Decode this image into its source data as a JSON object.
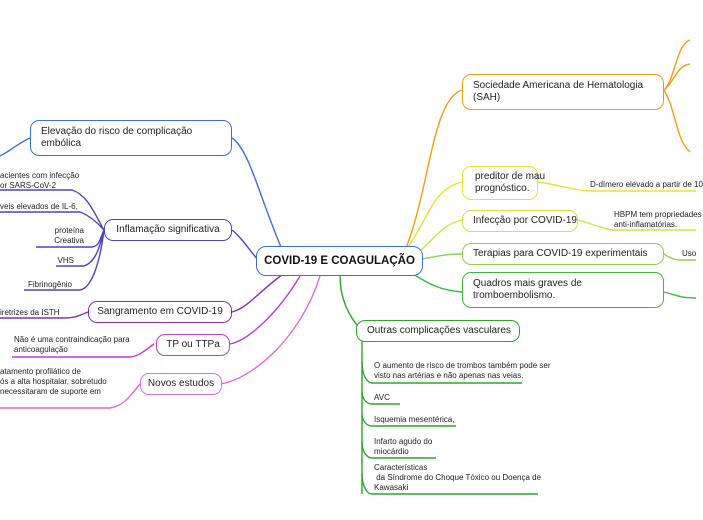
{
  "map": {
    "root": "COVID-19 E COAGULAÇÃO",
    "right": {
      "sah": "Sociedade Americana de Hematologia\n(SAH)",
      "preditor": "preditor de mau\nprognóstico.",
      "preditor_leaf": "D-dímero elevado a partir de 10",
      "infeccao": "Infecção por COVID-19",
      "infeccao_leaf": "HBPM tem propriedades\nanti-inflamatórias.",
      "terapias": "Terapias para COVID-19 experimentais",
      "terapias_leaf": "Uso",
      "quadros": "Quadros mais graves de\ntromboembolismo.",
      "outras": "Outras complicações vasculares",
      "outras_items": [
        "O aumento de risco de trombos também pode ser\nvisto nas artérias e não apenas nas veias.",
        "AVC",
        "Isquemia mesentérica,",
        "Infarto agudo do\nmiocárdio",
        "Características\n da Síndrome do Choque Tóxico ou Doença de\nKawasaki"
      ]
    },
    "left": {
      "elevacao": "Elevação do risco de complicação\nembólica",
      "inflamacao": "Inflamação significativa",
      "inflamacao_items": [
        "acientes com infecção\nor SARS-CoV-2",
        "veis elevados de IL-6,",
        "proteína\nCreativa",
        "VHS",
        "Fibrinogênio"
      ],
      "sangramento": "Sangramento em COVID-19",
      "sangramento_leaf": "iretrizes da ISTH",
      "tp": "TP ou TTPa",
      "tp_leaf": "Não é uma contraindicação para\nanticoagulação",
      "novos": "Novos estudos",
      "novos_leaf": "atamento profilático de\nós a alta hospitalar, sobretudo\nnecessitaram de suporte em"
    }
  },
  "colors": {
    "root": "#3a6fd8",
    "sah": "#f39c12",
    "preditor": "#e5e52e",
    "infeccao": "#cde640",
    "terapias": "#8fd14f",
    "quadros": "#3dbb3d",
    "outras": "#2ca82c",
    "elevacao": "#3a6fd8",
    "inflamacao": "#4b44c8",
    "sangramento": "#8e2ea8",
    "tp": "#c23bc9",
    "novos": "#e06ae0"
  }
}
